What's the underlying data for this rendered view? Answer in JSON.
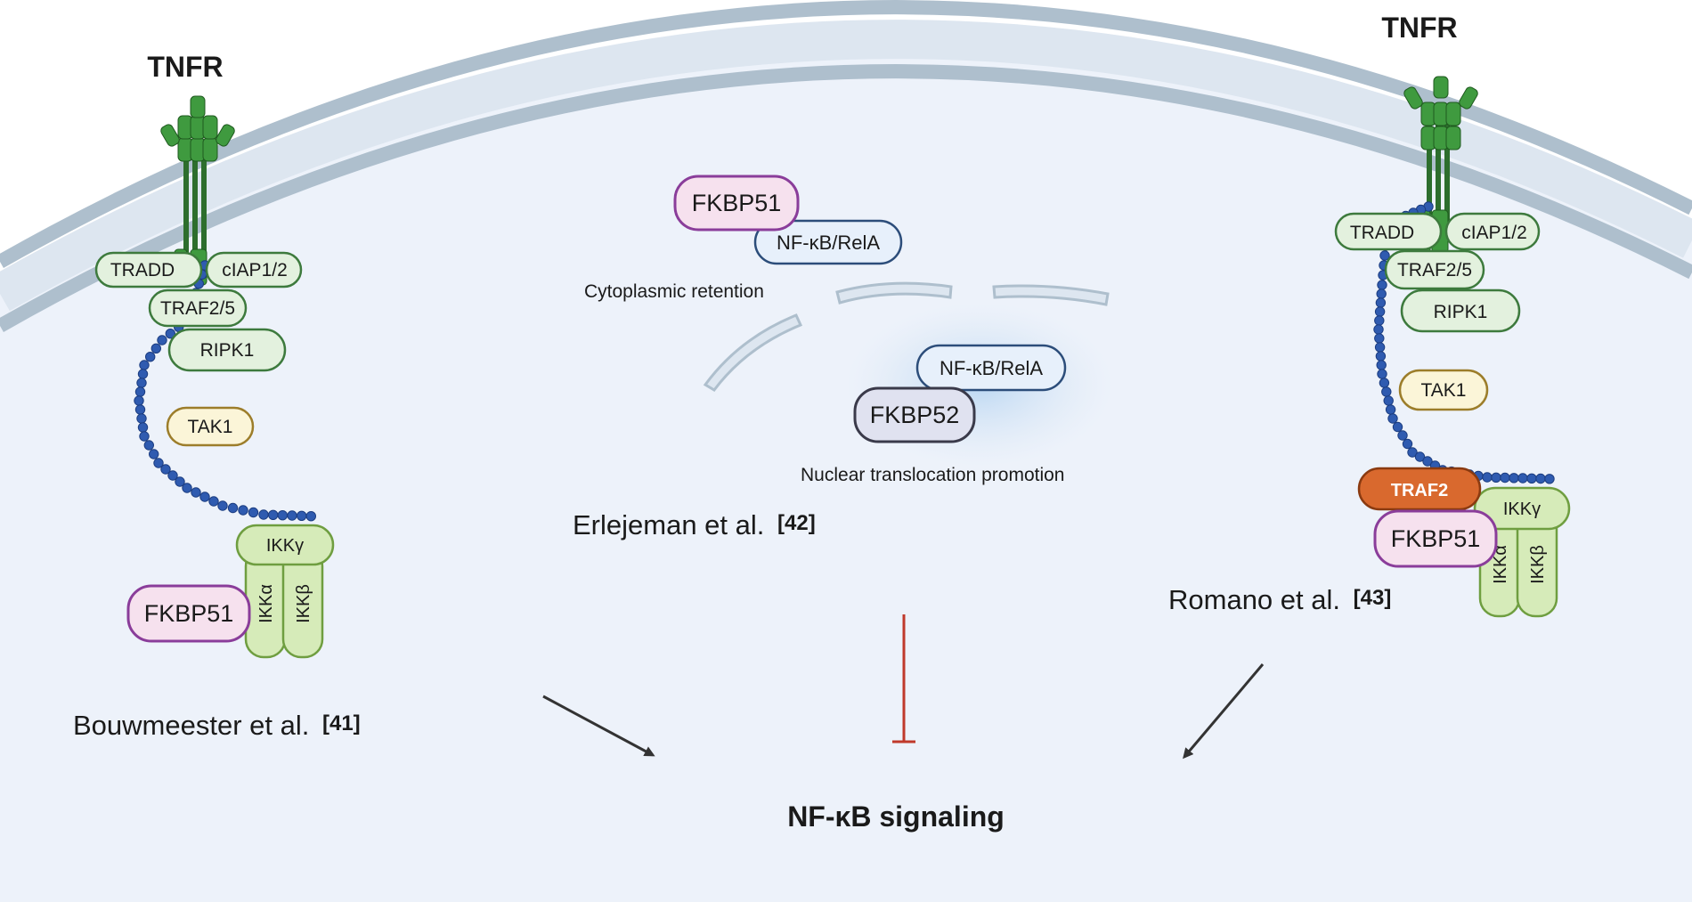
{
  "receptor_left": {
    "title": "TNFR"
  },
  "receptor_right": {
    "title": "TNFR"
  },
  "left_pathway": {
    "tradd": "TRADD",
    "ciap": "cIAP1/2",
    "traf25": "TRAF2/5",
    "ripk1": "RIPK1",
    "tak1": "TAK1",
    "ikk_gamma": "IKKγ",
    "ikk_alpha": "IKKα",
    "ikk_beta": "IKKβ",
    "fkbp51": "FKBP51",
    "author": "Bouwmeester et al.",
    "ref": "[41]"
  },
  "middle_pathway": {
    "fkbp51": "FKBP51",
    "nfkb_top": "NF-κB/RelA",
    "retention_label": "Cytoplasmic retention",
    "nfkb_bottom": "NF-κB/RelA",
    "fkbp52": "FKBP52",
    "translocation_label": "Nuclear translocation promotion",
    "author": "Erlejeman et al.",
    "ref": "[42]"
  },
  "right_pathway": {
    "tradd": "TRADD",
    "ciap": "cIAP1/2",
    "traf25": "TRAF2/5",
    "ripk1": "RIPK1",
    "tak1": "TAK1",
    "traf2": "TRAF2",
    "ikk_gamma": "IKKγ",
    "ikk_alpha": "IKKα",
    "ikk_beta": "IKKβ",
    "fkbp51": "FKBP51",
    "author": "Romano et al.",
    "ref": "[43]"
  },
  "outcome": {
    "label": "NF-κB signaling"
  },
  "colors": {
    "cytoplasm": "#edf2fa",
    "membrane": "#a9bcca",
    "receptor": "#3f9a3f",
    "adaptor_fill": "#e3f1de",
    "adaptor_stroke": "#3d7a3d",
    "ikk_fill": "#d6ebb9",
    "ikk_stroke": "#6f9e40",
    "tak1_fill": "#fbf5d8",
    "tak1_stroke": "#9c7d2a",
    "fkbp51_fill": "#f6e1ee",
    "fkbp51_stroke": "#8a3d9a",
    "nfkb_fill": "#e7f0fb",
    "nfkb_stroke": "#2c4d7a",
    "fkbp52_fill": "#e0e2f0",
    "fkbp52_stroke": "#3a3a4a",
    "traf2_fill": "#d9692e",
    "ubiquitin": "#2f5bb0",
    "inhibit": "#c0392b",
    "arrow": "#333333"
  }
}
